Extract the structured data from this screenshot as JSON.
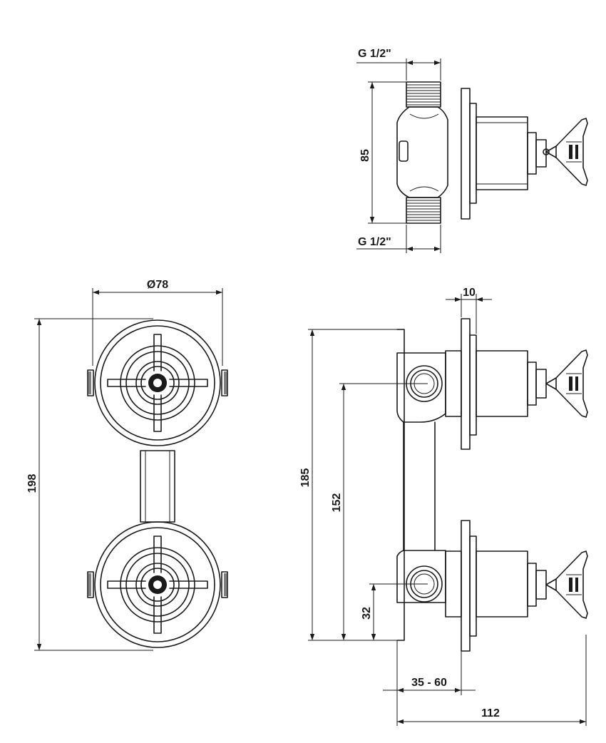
{
  "dimensions": {
    "thread_top": "G 1/2\"",
    "thread_bottom": "G 1/2\"",
    "side_height": "85",
    "diameter": "Ø78",
    "total_height": "198",
    "wall_offset": "10",
    "body_height": "185",
    "inlet_spacing": "152",
    "inlet_offset": "32",
    "depth_range": "35 - 60",
    "total_depth": "112"
  },
  "colors": {
    "line": "#1a1a1a",
    "background": "#ffffff"
  }
}
